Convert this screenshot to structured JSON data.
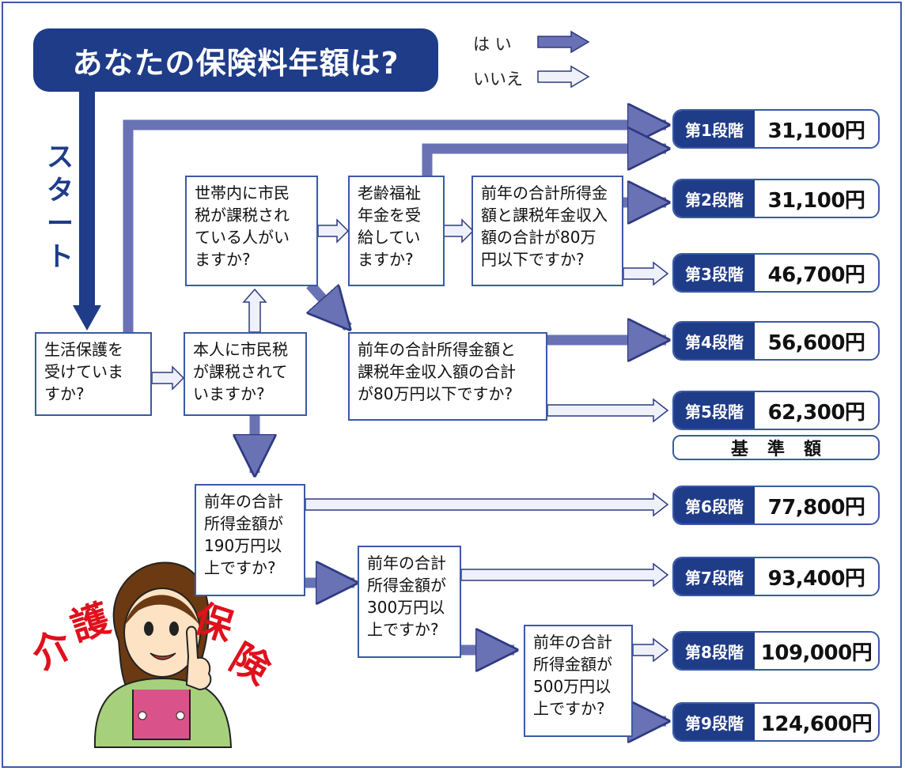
{
  "title": "あなたの保険料年額は?",
  "legend": {
    "yes": "は い",
    "no": "いいえ"
  },
  "start": [
    "ス",
    "タ",
    "ー",
    "ト"
  ],
  "questions": {
    "welfare": [
      "生活保護を",
      "受けていま",
      "すか?"
    ],
    "household_tax": [
      "世帯内に市民",
      "税が課税され",
      "ている人がい",
      "ますか?"
    ],
    "self_tax": [
      "本人に市民税",
      "が課税されて",
      "いますか?"
    ],
    "old_age_pension": [
      "老齢福祉",
      "年金を受",
      "給してい",
      "ますか?"
    ],
    "income_80_a": [
      "前年の合計所得金",
      "額と課税年金収入",
      "額の合計が80万",
      "円以下ですか?"
    ],
    "income_80_b": [
      "前年の合計所得金額と",
      "課税年金収入額の合計",
      "が80万円以下ですか?"
    ],
    "income_190": [
      "前年の合計",
      "所得金額が",
      "190万円以",
      "上ですか?"
    ],
    "income_300": [
      "前年の合計",
      "所得金額が",
      "300万円以",
      "上ですか?"
    ],
    "income_500": [
      "前年の合計",
      "所得金額が",
      "500万円以",
      "上ですか?"
    ]
  },
  "results": [
    {
      "stage": "第1段階",
      "amount": "31,100円"
    },
    {
      "stage": "第2段階",
      "amount": "31,100円"
    },
    {
      "stage": "第3段階",
      "amount": "46,700円"
    },
    {
      "stage": "第4段階",
      "amount": "56,600円"
    },
    {
      "stage": "第5段階",
      "amount": "62,300円"
    },
    {
      "stage": "第6段階",
      "amount": "77,800円"
    },
    {
      "stage": "第7段階",
      "amount": "93,400円"
    },
    {
      "stage": "第8段階",
      "amount": "109,000円"
    },
    {
      "stage": "第9段階",
      "amount": "124,600円"
    }
  ],
  "base_amount_label": "基準額",
  "mascot_text": {
    "left": [
      "介",
      "護"
    ],
    "right": [
      "保",
      "険"
    ]
  },
  "colors": {
    "yes_arrow": "#6a72b6",
    "no_arrow": "#e8ecf8",
    "navy": "#1f3c88",
    "border": "#3a5aa6",
    "mascot_text": "#e0101c"
  }
}
